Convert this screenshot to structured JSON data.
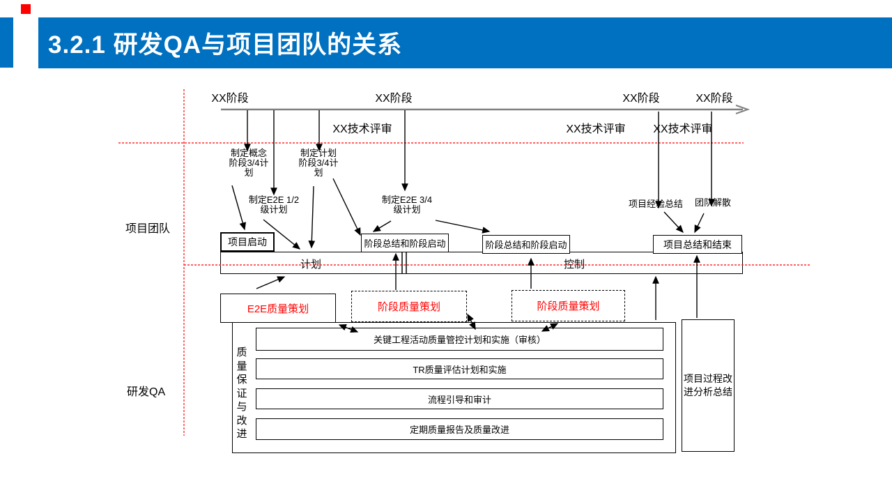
{
  "slide": {
    "title": "3.2.1 研发QA与项目团队的关系"
  },
  "colors": {
    "header_blue": "#0070C0",
    "accent_red": "#FF0000",
    "dashed_line_red": "#FF2A2A",
    "timeline_gray": "#808080"
  },
  "lanes": {
    "team": "项目团队",
    "qa": "研发QA"
  },
  "timeline": {
    "phases": [
      {
        "label": "XX阶段"
      },
      {
        "label": "XX阶段"
      },
      {
        "label": "XX阶段"
      },
      {
        "label": "XX阶段"
      }
    ],
    "reviews": [
      {
        "label": "XX技术评审"
      },
      {
        "label": "XX技术评审"
      },
      {
        "label": "XX技术评审"
      }
    ]
  },
  "annotations": {
    "concept_plan": "制定概念\n阶段3/4计\n划",
    "phase_plan": "制定计划\n阶段3/4计\n划",
    "e2e_12": "制定E2E 1/2\n级计划",
    "e2e_34": "制定E2E 3/4\n级计划",
    "exp_summary": "项目经验总结",
    "team_disband": "团队解散"
  },
  "team_row": {
    "project_start": "项目启动",
    "plan_bar": "计划",
    "control_bar": "控制",
    "stage_box_1": "阶段总结和阶段启动",
    "stage_box_2": "阶段总结和阶段启动",
    "project_end": "项目总结和结束"
  },
  "qa_row": {
    "e2e_quality": "E2E质量策划",
    "stage_quality_1": "阶段质量策划",
    "stage_quality_2": "阶段质量策划",
    "group_label": "质量保证与改进",
    "activities": [
      "关键工程活动质量管控计划和实施（审核）",
      "TR质量评估计划和实施",
      "流程引导和审计",
      "定期质量报告及质量改进"
    ],
    "process_improve": "项目过程改进分析总结"
  }
}
